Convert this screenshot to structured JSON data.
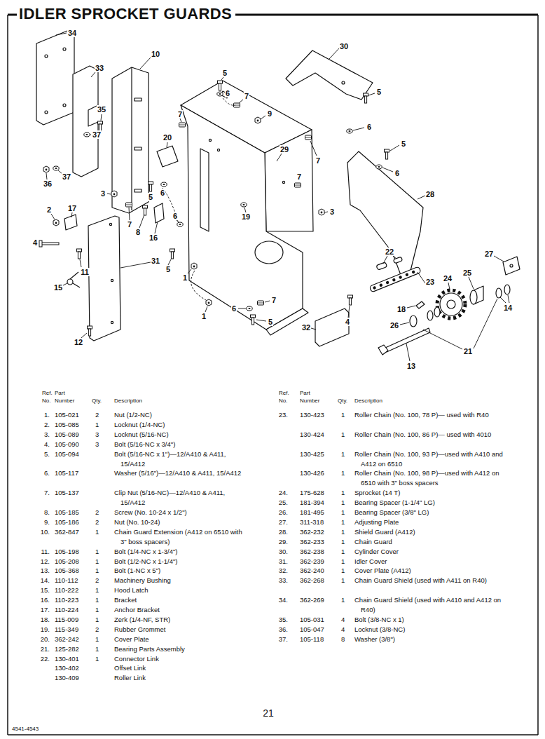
{
  "diagram": {
    "title": "IDLER SPROCKET GUARDS",
    "labels": [
      "34",
      "10",
      "33",
      "30",
      "5",
      "6",
      "7",
      "5",
      "35",
      "37",
      "9",
      "7",
      "6",
      "20",
      "29",
      "7",
      "5",
      "6",
      "37",
      "36",
      "5",
      "6",
      "7",
      "28",
      "3",
      "2",
      "17",
      "7",
      "8",
      "16",
      "19",
      "3",
      "6",
      "22",
      "27",
      "4",
      "11",
      "31",
      "5",
      "25",
      "23",
      "24",
      "15",
      "14",
      "1",
      "18",
      "7",
      "6",
      "1",
      "5",
      "4",
      "26",
      "32",
      "21",
      "12",
      "13",
      "Ref. No.",
      "Part Number",
      "Qty.",
      "Description",
      "Ref. No.",
      "Part Number",
      "Qty.",
      "Description",
      "1.",
      "105-021",
      "2",
      "Nut (1/2-NC)",
      "2.",
      "105-085",
      "1",
      "Locknut (1/4-NC)",
      "3.",
      "105-089",
      "3",
      "Locknut (5/16-NC)",
      "4.",
      "105-090",
      "3",
      "Bolt (5/16-NC x 3/4\")",
      "5.",
      "105-094",
      "Bolt (5/16-NC x 1\")—12/A410 & A411, 15/A412",
      "6.",
      "105-117",
      "Washer (5/16\")—12/A410 & A411, 15/A412",
      "7.",
      "105-137",
      "Clip Nut (5/16-NC)—12/A410 & A411, 15/A412",
      "8.",
      "105-185",
      "2",
      "Screw (No. 10-24 x 1/2\")",
      "9.",
      "105-186",
      "2",
      "Nut (No. 10-24)",
      "10.",
      "362-847",
      "1",
      "Chain Guard Extension (A412 on 6510 with 3\" boss spacers)",
      "11.",
      "105-198",
      "1",
      "Bolt (1/4-NC x 1-3/4\")",
      "12.",
      "105-208",
      "1",
      "Bolt (1/2-NC x 1-1/4\")",
      "13.",
      "105-368",
      "1",
      "Bolt (1-NC x 5\")",
      "14.",
      "110-112",
      "2",
      "Machinery Bushing",
      "15.",
      "110-222",
      "1",
      "Hood Latch",
      "16.",
      "110-223",
      "1",
      "Bracket",
      "17.",
      "110-224",
      "1",
      "Anchor Bracket",
      "18.",
      "115-009",
      "1",
      "Zerk (1/4-NF, STR)",
      "19.",
      "115-349",
      "2",
      "Rubber Grommet",
      "20.",
      "362-242",
      "1",
      "Cover Plate",
      "21.",
      "125-282",
      "1",
      "Bearing Parts Assembly",
      "22.",
      "130-401",
      "1",
      "Connector Link",
      "130-402",
      "Offset Link",
      "130-409",
      "Roller Link",
      "23.",
      "130-423",
      "1",
      "Roller Chain (No. 100, 78 P)— used with R40",
      "130-424",
      "1",
      "Roller Chain (No. 100, 86 P)— used with 4010",
      "130-425",
      "1",
      "Roller Chain (No. 100, 93 P)—used with A410 and A412 on 6510",
      "130-426",
      "1",
      "Roller Chain (No. 100, 98 P)—used with A412 on 6510 with 3\" boss spacers",
      "24.",
      "175-628",
      "1",
      "Sprocket (14 T)",
      "25.",
      "181-394",
      "1",
      "Bearing Spacer (1-1/4\" LG)",
      "26.",
      "181-495",
      "1",
      "Bearing Spacer (3/8\" LG)",
      "27.",
      "311-318",
      "1",
      "Adjusting Plate",
      "28.",
      "362-232",
      "1",
      "Shield Guard (A412)",
      "29.",
      "362-233",
      "1",
      "Chain Guard",
      "30.",
      "362-238",
      "1",
      "Cylinder Cover",
      "31.",
      "362-239",
      "1",
      "Idler Cover",
      "32.",
      "362-240",
      "1",
      "Cover Plate (A412)",
      "33.",
      "362-268",
      "1",
      "Chain Guard Shield (used with A411 on R40)",
      "34.",
      "362-269",
      "1",
      "Chain Guard Shield (used with A410 and A412 on R40)",
      "35.",
      "105-031",
      "4",
      "Bolt (3/8-NC x 1)",
      "36.",
      "105-047",
      "4",
      "Locknut (3/8-NC)",
      "37.",
      "105-118",
      "8",
      "Washer (3/8\")",
      "21",
      "4541-4543"
    ]
  }
}
